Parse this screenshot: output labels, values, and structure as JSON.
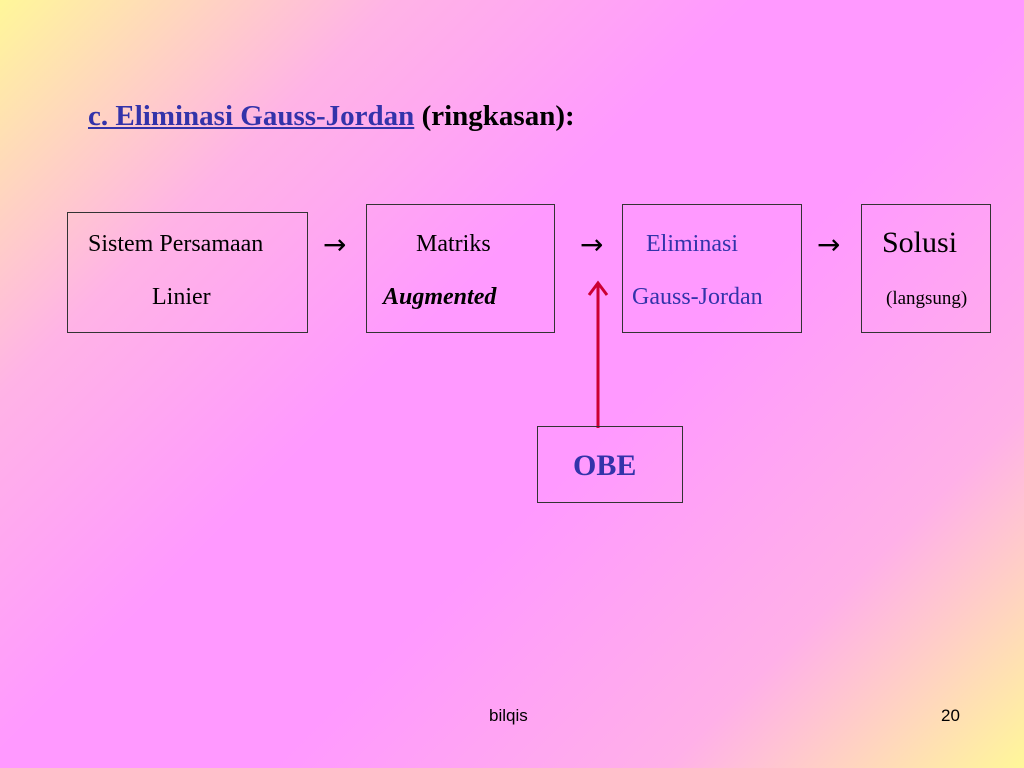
{
  "title": {
    "link_text": "c. Eliminasi Gauss-Jordan",
    "rest_text": "(ringkasan):"
  },
  "diagram": {
    "box1": {
      "line1": "Sistem Persamaan",
      "line2": "Linier"
    },
    "arrow_glyph": "→",
    "box2": {
      "line1": "Matriks",
      "line2": "Augmented"
    },
    "box3": {
      "line1": "Eliminasi",
      "line2": "Gauss-Jordan"
    },
    "box4": {
      "line1": "Solusi",
      "line2": "(langsung)"
    },
    "obe": {
      "label": "OBE"
    }
  },
  "footer": {
    "author": "bilqis",
    "page_number": "20"
  },
  "colors": {
    "title_link": "#3333aa",
    "obe_arrow": "#cc0033"
  }
}
